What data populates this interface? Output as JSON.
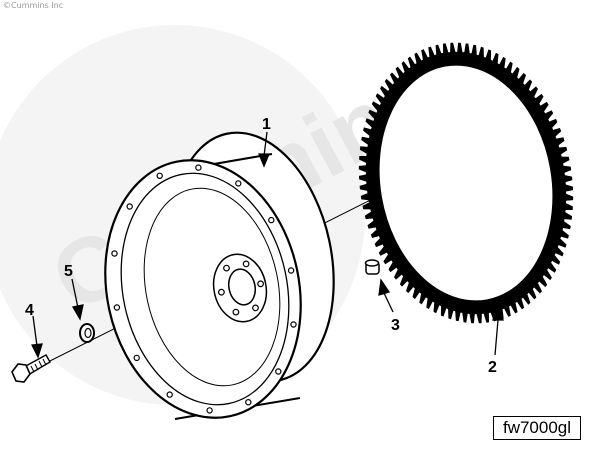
{
  "copyright": "©Cummins Inc",
  "watermark": "Cummins",
  "figure_code": "fw7000gl",
  "callouts": [
    {
      "number": "1",
      "part": "flywheel"
    },
    {
      "number": "2",
      "part": "ring-gear"
    },
    {
      "number": "3",
      "part": "dowel-pin"
    },
    {
      "number": "4",
      "part": "capscrew"
    },
    {
      "number": "5",
      "part": "washer"
    }
  ],
  "colors": {
    "line": "#000000",
    "watermark": "#eeeeee",
    "background": "#ffffff"
  }
}
